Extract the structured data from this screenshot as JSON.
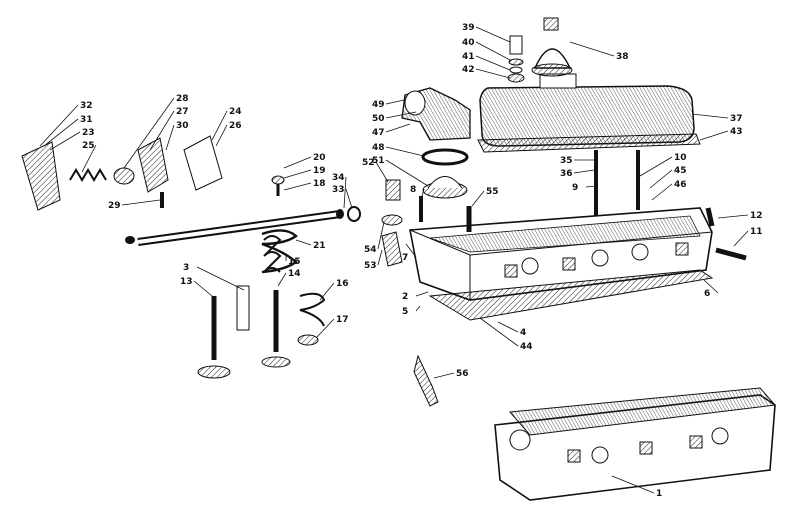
{
  "diagram": {
    "part_numbers": [
      "1",
      "2",
      "3",
      "4",
      "5",
      "6",
      "7",
      "8",
      "9",
      "10",
      "11",
      "12",
      "13",
      "14",
      "15",
      "16",
      "17",
      "18",
      "19",
      "20",
      "21",
      "23",
      "24",
      "25",
      "26",
      "27",
      "28",
      "29",
      "30",
      "31",
      "32",
      "33",
      "34",
      "35",
      "36",
      "37",
      "38",
      "39",
      "40",
      "41",
      "42",
      "43",
      "44",
      "45",
      "46",
      "47",
      "48",
      "49",
      "50",
      "51",
      "52",
      "53",
      "54",
      "55",
      "56"
    ]
  }
}
